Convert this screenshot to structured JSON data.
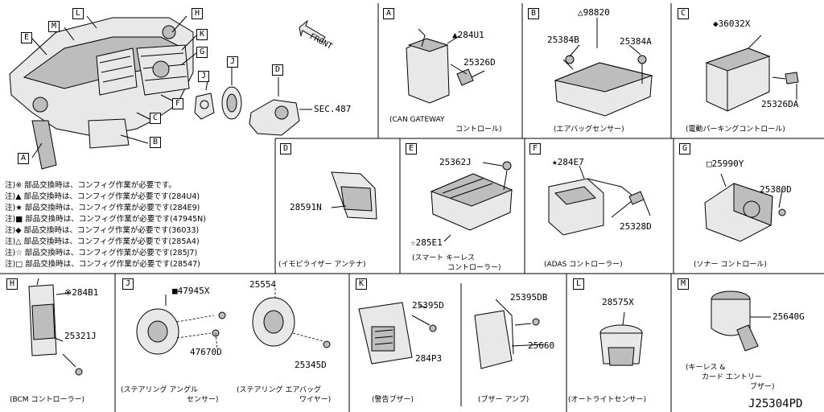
{
  "diagram": {
    "overview": {
      "labels": [
        "L",
        "M",
        "E",
        "H",
        "K",
        "G",
        "J",
        "J",
        "F",
        "D",
        "C",
        "B",
        "A"
      ],
      "front_label": "FRONT",
      "sec_ref": "SEC.487"
    },
    "notes": [
      "注)※ 部品交換時は、コンフィグ作業が必要です。",
      "注)▲ 部品交換時は、コンフィグ作業が必要です(284U4)",
      "注)★ 部品交換時は、コンフィグ作業が必要です(284E9)",
      "注)■ 部品交換時は、コンフィグ作業が必要です(47945N)",
      "注)◆ 部品交換時は、コンフィグ作業が必要です(36033)",
      "注)△ 部品交換時は、コンフィグ作業が必要です(285A4)",
      "注)☆ 部品交換時は、コンフィグ作業が必要です(285J7)",
      "注)□ 部品交換時は、コンフィグ作業が必要です(28547)"
    ],
    "panels": {
      "A": {
        "letter": "A",
        "parts": [
          "▲284U1",
          "25326D"
        ],
        "caption1": "(CAN GATEWAY",
        "caption2": "コントロール)"
      },
      "B": {
        "letter": "B",
        "parts": [
          "△98820",
          "25384B",
          "25384A"
        ],
        "caption1": "(エアバッグセンサー)"
      },
      "C": {
        "letter": "C",
        "parts": [
          "◆36032X",
          "25326DA"
        ],
        "caption1": "(電動パーキングコントロール)"
      },
      "D": {
        "letter": "D",
        "parts": [
          "28591N"
        ],
        "caption1": "(イモビライザー アンテナ)"
      },
      "E": {
        "letter": "E",
        "parts": [
          "25362J",
          "☆285E1"
        ],
        "caption1": "(スマート キーレス",
        "caption2": "コントローラー)"
      },
      "F": {
        "letter": "F",
        "parts": [
          "★284E7",
          "25328D"
        ],
        "caption1": "(ADAS コントローラー)"
      },
      "G": {
        "letter": "G",
        "parts": [
          "□25990Y",
          "25380D"
        ],
        "caption1": "(ソナー コントロール)"
      },
      "H": {
        "letter": "H",
        "parts": [
          "※284B1",
          "25321J"
        ],
        "caption1": "(BCM コントローラー)"
      },
      "J": {
        "letter": "J",
        "parts": [
          "■47945X",
          "47670D",
          "25554",
          "25345D"
        ],
        "caption1": "(ステアリング アングル",
        "caption2": "センサー)",
        "caption3": "(ステアリング エアバッグ",
        "caption4": "ワイヤー)"
      },
      "K": {
        "letter": "K",
        "parts": [
          "25395D",
          "284P3",
          "25395DB",
          "25660"
        ],
        "caption1": "(警告ブザー)",
        "caption2": "(ブザー アンプ)"
      },
      "L": {
        "letter": "L",
        "parts": [
          "28575X"
        ],
        "caption1": "(オートライトセンサー)"
      },
      "M": {
        "letter": "M",
        "parts": [
          "25640G"
        ],
        "caption1": "(キーレス &",
        "caption2": "カード エントリー",
        "caption3": "ブザー)"
      }
    },
    "diagram_id": "J25304PD"
  }
}
